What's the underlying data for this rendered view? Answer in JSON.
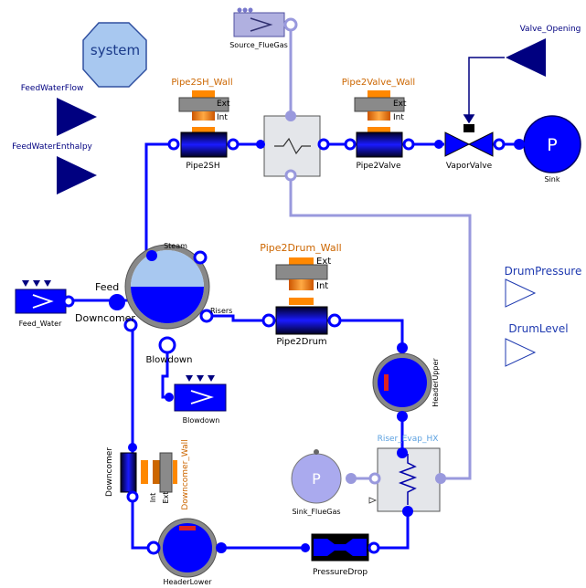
{
  "labels": {
    "system": "system",
    "source_fluegas": "Source_FlueGas",
    "valve_opening": "Valve_Opening",
    "feedwaterflow": "FeedWaterFlow",
    "feedwaterenthalpy": "FeedWaterEnthalpy",
    "pipe2sh_wall": "Pipe2SH_Wall",
    "pipe2valve_wall": "Pipe2Valve_Wall",
    "pipe2sh": "Pipe2SH",
    "pipe2valve": "Pipe2Valve",
    "vaporvalve": "VaporValve",
    "sink": "Sink",
    "sink_p": "P",
    "steam": "Steam",
    "pipe2drum_wall": "Pipe2Drum_Wall",
    "feed": "Feed",
    "downcomer_port": "Downcomer",
    "feed_water": "Feed_Water",
    "risers": "Risers",
    "pipe2drum": "Pipe2Drum",
    "blowdown_port": "Blowdown",
    "blowdown": "Blowdown",
    "drumpressure": "DrumPressure",
    "drumlevel": "DrumLevel",
    "headerupper": "HeaderUpper",
    "riser_evap_hx": "Riser_Evap_HX",
    "downcomer": "Downcomer",
    "downcomer_wall": "Downcomer_Wall",
    "sink_fluegas": "Sink_FlueGas",
    "sink_fluegas_p": "P",
    "headerlower": "HeaderLower",
    "pressuredrop": "PressureDrop",
    "ext": "Ext",
    "int": "Int"
  },
  "colors": {
    "water": "#0000ff",
    "fluegas": "#9999dd",
    "signal": "#000080",
    "orange": "#cc6600",
    "wall_orange": "#ff8800",
    "gray": "#888888",
    "hx_fill": "#e4e6ea",
    "sink_fluegas_fill": "#aaaaee",
    "system_fill": "#a8c8f0",
    "output_label": "#1f3ab0",
    "hx_label": "#5aa0e0"
  }
}
